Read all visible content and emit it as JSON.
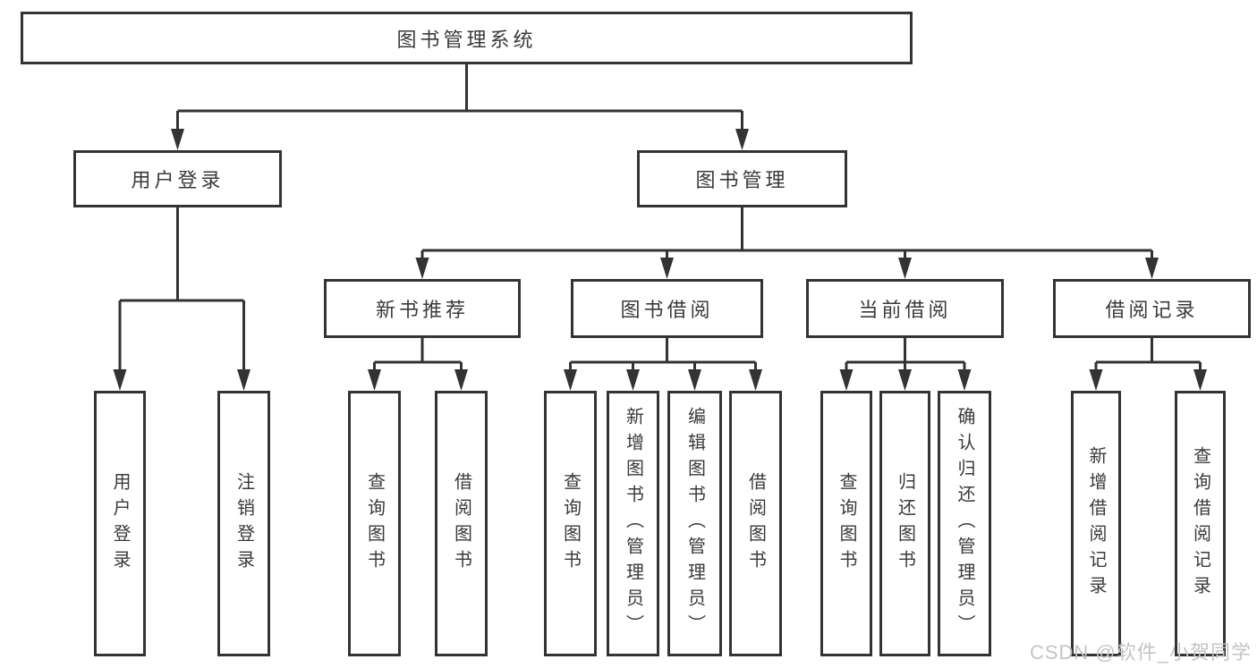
{
  "diagram": {
    "root": {
      "label": "图书管理系统"
    },
    "level2": {
      "user_login": {
        "label": "用户登录"
      },
      "book_mgmt": {
        "label": "图书管理"
      }
    },
    "level3": {
      "new_book": {
        "label": "新书推荐"
      },
      "borrow": {
        "label": "图书借阅"
      },
      "current": {
        "label": "当前借阅"
      },
      "records": {
        "label": "借阅记录"
      }
    },
    "leaves": {
      "user_login": [
        "用户登录",
        "注销登录"
      ],
      "new_book": [
        "查询图书",
        "借阅图书"
      ],
      "borrow": [
        "查询图书",
        "新增图书（管理员）",
        "编辑图书（管理员）",
        "借阅图书"
      ],
      "current": [
        "查询图书",
        "归还图书",
        "确认归还（管理员）"
      ],
      "records": [
        "新增借阅记录",
        "查询借阅记录"
      ]
    },
    "watermark": "CSDN @软件_小贺同学",
    "colors": {
      "line": "#333333",
      "node_border": "#333333",
      "text": "#3a3a3a",
      "background": "#ffffff",
      "watermark": "#c4c4c4"
    }
  }
}
